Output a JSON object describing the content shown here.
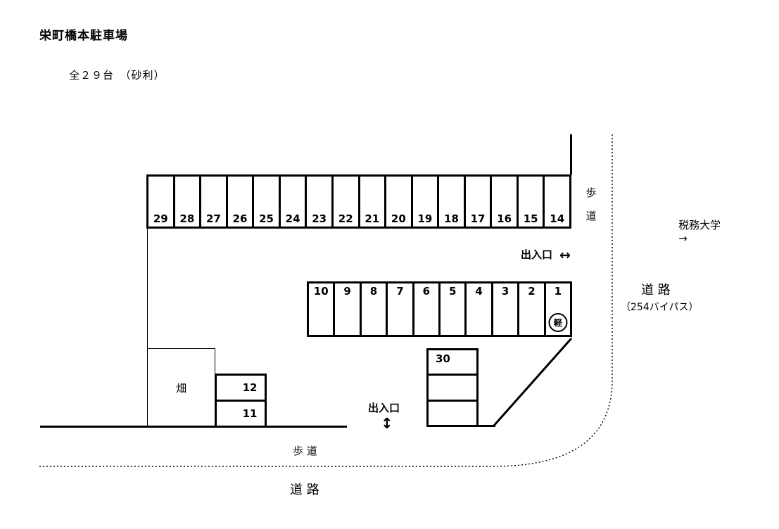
{
  "page": {
    "title": "栄町橋本駐車場",
    "subtitle": "全２９台　（砂利）"
  },
  "colors": {
    "line": "#000000",
    "background": "#ffffff"
  },
  "lot": {
    "top_row": {
      "spaces": [
        "29",
        "28",
        "27",
        "26",
        "25",
        "24",
        "23",
        "22",
        "21",
        "20",
        "19",
        "18",
        "17",
        "16",
        "15",
        "14"
      ]
    },
    "middle_row": {
      "spaces": [
        "10",
        "9",
        "8",
        "7",
        "6",
        "5",
        "4",
        "3",
        "2",
        "1"
      ],
      "kei_space": "1",
      "kei_label": "軽"
    },
    "side_stack": {
      "spaces": [
        "30",
        "",
        ""
      ]
    },
    "left_pair": {
      "spaces": [
        "12",
        "11"
      ]
    },
    "field_label": "畑"
  },
  "labels": {
    "entrance_right": {
      "text": "出入口",
      "arrow": "↔"
    },
    "entrance_bottom": {
      "text": "出入口",
      "arrow": "↕"
    },
    "sidewalk_right_top": "歩",
    "sidewalk_right_bottom": "道",
    "sidewalk_bottom": "歩 道",
    "road_bottom": "道 路",
    "road_right_name": "道 路",
    "road_right_detail": "（254バイパス）",
    "destination": {
      "text": "税務大学",
      "arrow": "→"
    }
  }
}
